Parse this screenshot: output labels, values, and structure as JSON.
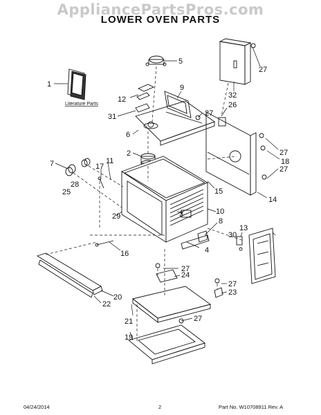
{
  "header": {
    "watermark": "AppliancePartsPros.com",
    "title": "LOWER OVEN PARTS"
  },
  "callouts": [
    "1",
    "2",
    "3",
    "4",
    "5",
    "6",
    "7",
    "8",
    "9",
    "10",
    "11",
    "12",
    "13",
    "14",
    "15",
    "16",
    "17",
    "18",
    "19",
    "20",
    "21",
    "22",
    "23",
    "24",
    "25",
    "26",
    "27",
    "28",
    "29",
    "30",
    "31",
    "32"
  ],
  "literature_label": "Literature Parts",
  "footer": {
    "date": "04/24/2014",
    "page": "2",
    "part_no": "Part No.  W10708911  Rev.  A"
  }
}
